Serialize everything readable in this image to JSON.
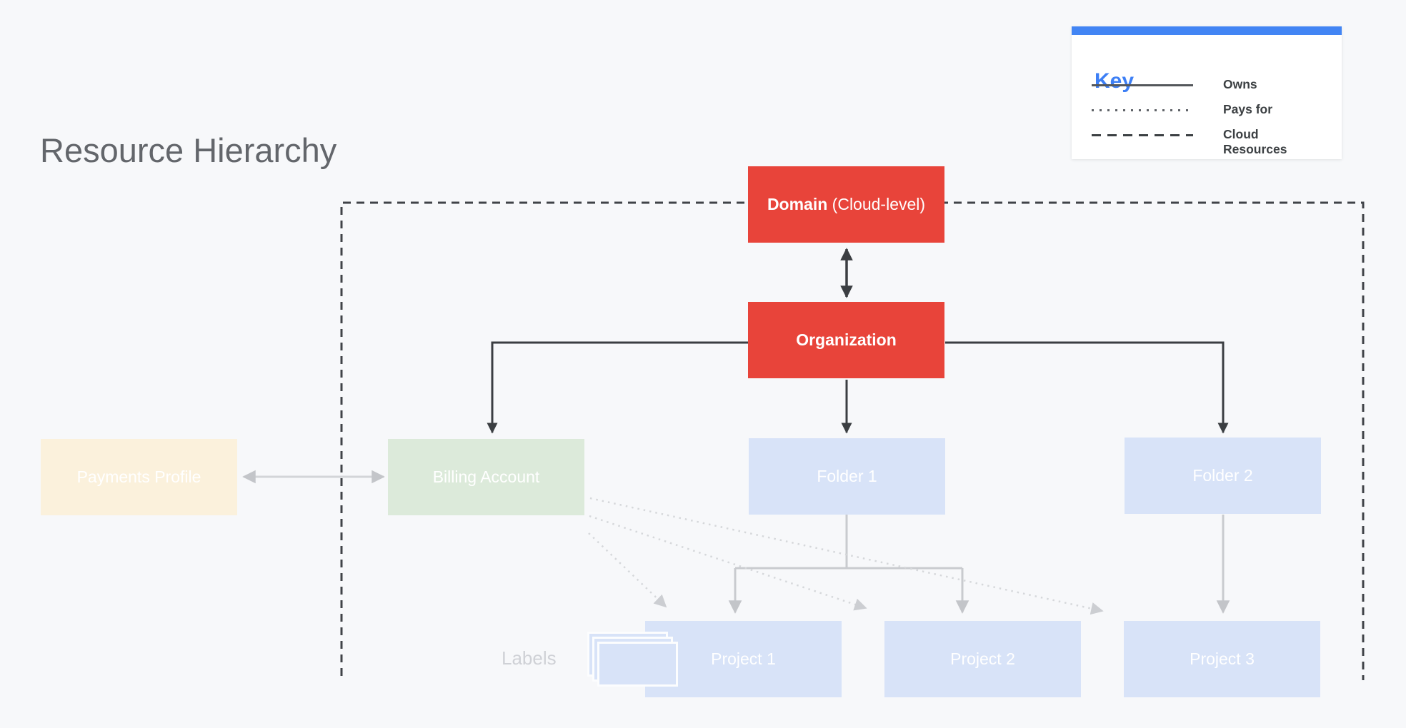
{
  "title": "Resource Hierarchy",
  "key": {
    "title": "Key",
    "items": [
      {
        "id": "owns",
        "style": "solid",
        "label": "Owns"
      },
      {
        "id": "pays-for",
        "style": "dotted",
        "label": "Pays for"
      },
      {
        "id": "cloud-resources",
        "style": "dashed",
        "label": "Cloud Resources"
      }
    ]
  },
  "nodes": {
    "domain": {
      "label_bold": "Domain",
      "label_suffix": " (Cloud-level)"
    },
    "organization": {
      "label": "Organization"
    },
    "payments_profile": {
      "label": "Payments Profile"
    },
    "billing_account": {
      "label": "Billing Account"
    },
    "folder1": {
      "label": "Folder 1"
    },
    "folder2": {
      "label": "Folder 2"
    },
    "project1": {
      "label": "Project 1"
    },
    "project2": {
      "label": "Project 2"
    },
    "project3": {
      "label": "Project 3"
    }
  },
  "annotations": {
    "labels_caption": "Labels"
  },
  "colors": {
    "background": "#f7f8fa",
    "node_red": "#e8443a",
    "node_tan": "#fbf1dc",
    "node_green": "#dceada",
    "node_blue": "#d8e3f8",
    "key_accent_blue": "#4285f4",
    "key_title_blue": "#3d7ff5",
    "dark_line": "#3b3e42",
    "gray_line": "#c9cbcf",
    "faint_dotted_line": "#d6d8db",
    "title_gray": "#63666b"
  }
}
